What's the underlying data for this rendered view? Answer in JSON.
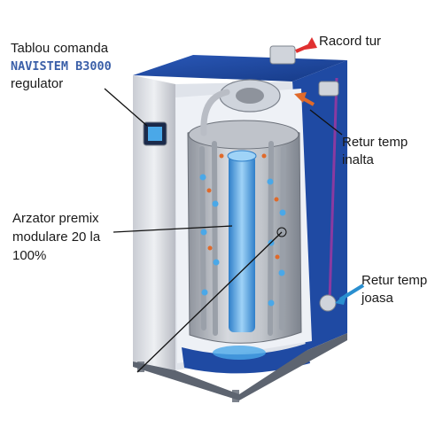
{
  "labels": {
    "control_panel": {
      "line1": "Tablou comanda",
      "line2": "NAVISTEM B3000",
      "line3": "regulator"
    },
    "burner": {
      "line1": "Arzator premix",
      "line2": "modulare  20 la",
      "line3": "100%"
    },
    "flow_connection": "Racord tur",
    "high_return": {
      "line1": "Retur temp",
      "line2": "inalta"
    },
    "low_return": {
      "line1": "Retur temp",
      "line2": "joasa"
    }
  },
  "colors": {
    "casing_blue": "#1f4aa3",
    "casing_dark_blue": "#163a86",
    "panel_grey": "#d9dbe0",
    "burner_blue": "#4aa8e8",
    "flow_arrow": "#e03030",
    "low_return_arrow": "#2a8fd0",
    "high_return_arrow": "#e06a2a"
  }
}
